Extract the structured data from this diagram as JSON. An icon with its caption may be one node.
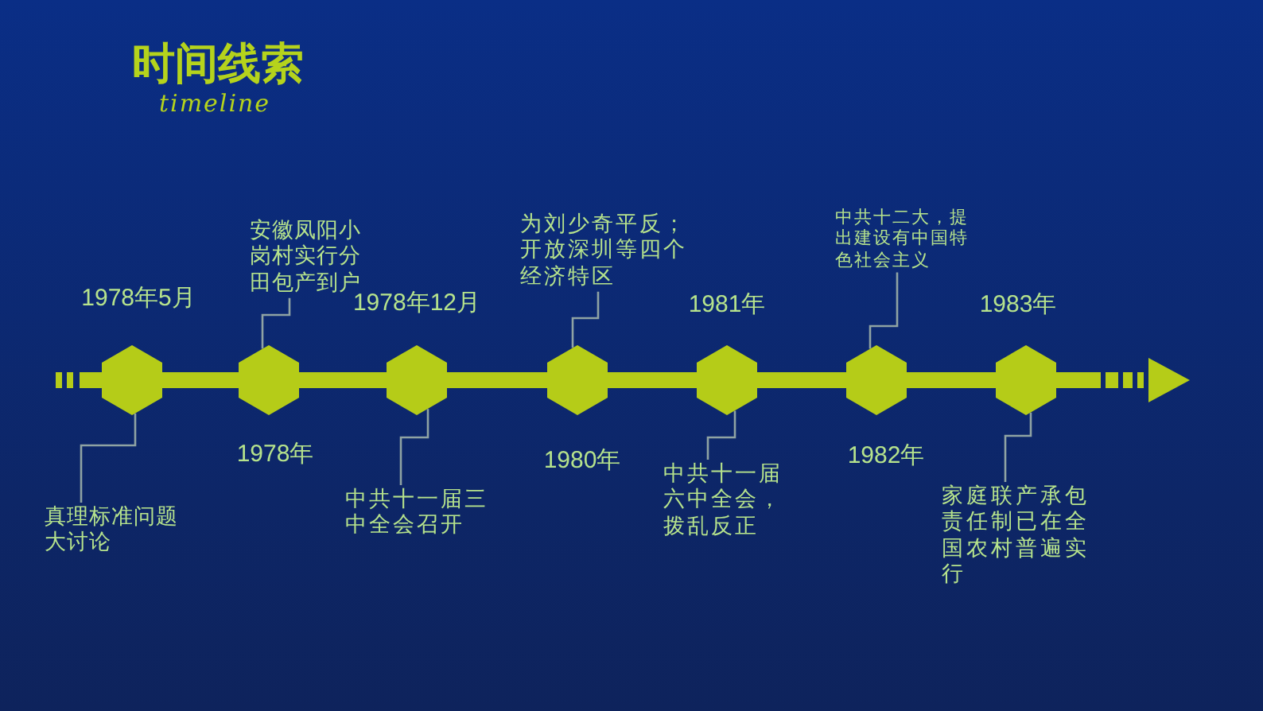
{
  "diagram": {
    "title": "时间线索",
    "nodes": [
      {
        "text": [],
        "shape": "hexagon"
      },
      {
        "text": [],
        "shape": "hexagon"
      },
      {
        "text": [],
        "shape": "hexagon"
      },
      {
        "text": [],
        "shape": "hexagon"
      },
      {
        "text": [],
        "shape": "hexagon"
      },
      {
        "text": [],
        "shape": "hexagon"
      },
      {
        "text": [],
        "shape": "hexagon"
      },
      {
        "text": [
          "真理标准问题大讨论"
        ]
      },
      {
        "text": [
          "安徽凤阳小岗村实行分田包产到户"
        ]
      },
      {
        "text": [
          "中共十一届三中全会召开"
        ]
      },
      {
        "text": [
          "为刘少奇平反；开放深圳等四个经济特区"
        ]
      },
      {
        "text": [
          "中共十一届六中全会，拨乱反正"
        ]
      },
      {
        "text": [
          "中共十二大，提出建设有中国特色社会主义"
        ]
      },
      {
        "text": [
          "家庭联产承包责任制已在全国农村普遍实行"
        ]
      }
    ],
    "edges": [
      {
        "from": 7,
        "to": 0,
        "arrow": "none"
      },
      {
        "from": 8,
        "to": 1,
        "arrow": "none"
      },
      {
        "from": 9,
        "to": 2,
        "arrow": "none"
      },
      {
        "from": 10,
        "to": 3,
        "arrow": "none"
      },
      {
        "from": 11,
        "to": 4,
        "arrow": "none"
      },
      {
        "from": 12,
        "to": 5,
        "arrow": "none"
      },
      {
        "from": 13,
        "to": 6,
        "arrow": "none"
      }
    ],
    "labels": [
      "timeline",
      "1978年5月",
      "1978年",
      "1978年12月",
      "1980年",
      "1981年",
      "1982年",
      "1983年"
    ]
  }
}
